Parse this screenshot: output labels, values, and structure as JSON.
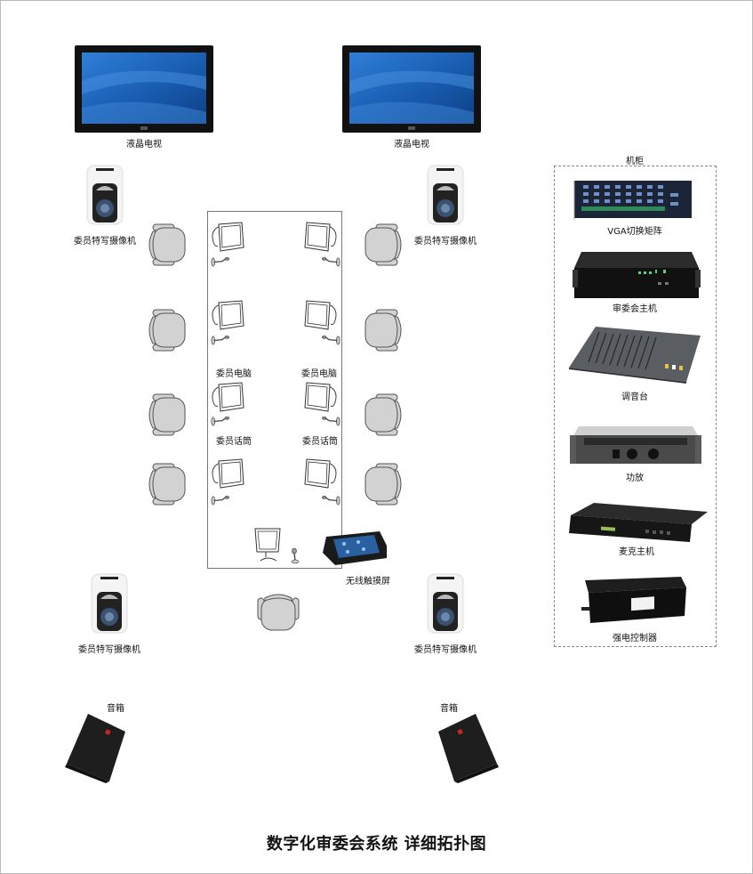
{
  "title": "数字化审委会系统 详细拓扑图",
  "tvs": [
    {
      "label": "液晶电视"
    },
    {
      "label": "液晶电视"
    }
  ],
  "cameras": [
    {
      "label": "委员特写摄像机"
    },
    {
      "label": "委员特写摄像机"
    },
    {
      "label": "委员特写摄像机"
    },
    {
      "label": "委员特写摄像机"
    }
  ],
  "table": {
    "computer_labels": [
      "委员电脑",
      "委员电脑"
    ],
    "mic_labels": [
      "委员话筒",
      "委员话筒"
    ],
    "touchscreen_label": "无线触摸屏"
  },
  "speakers": [
    {
      "label": "音箱"
    },
    {
      "label": "音箱"
    }
  ],
  "cabinet": {
    "label": "机柜",
    "devices": [
      {
        "label": "VGA切换矩阵"
      },
      {
        "label": "审委会主机"
      },
      {
        "label": "调音台"
      },
      {
        "label": "功放"
      },
      {
        "label": "麦克主机"
      },
      {
        "label": "强电控制器"
      }
    ]
  }
}
